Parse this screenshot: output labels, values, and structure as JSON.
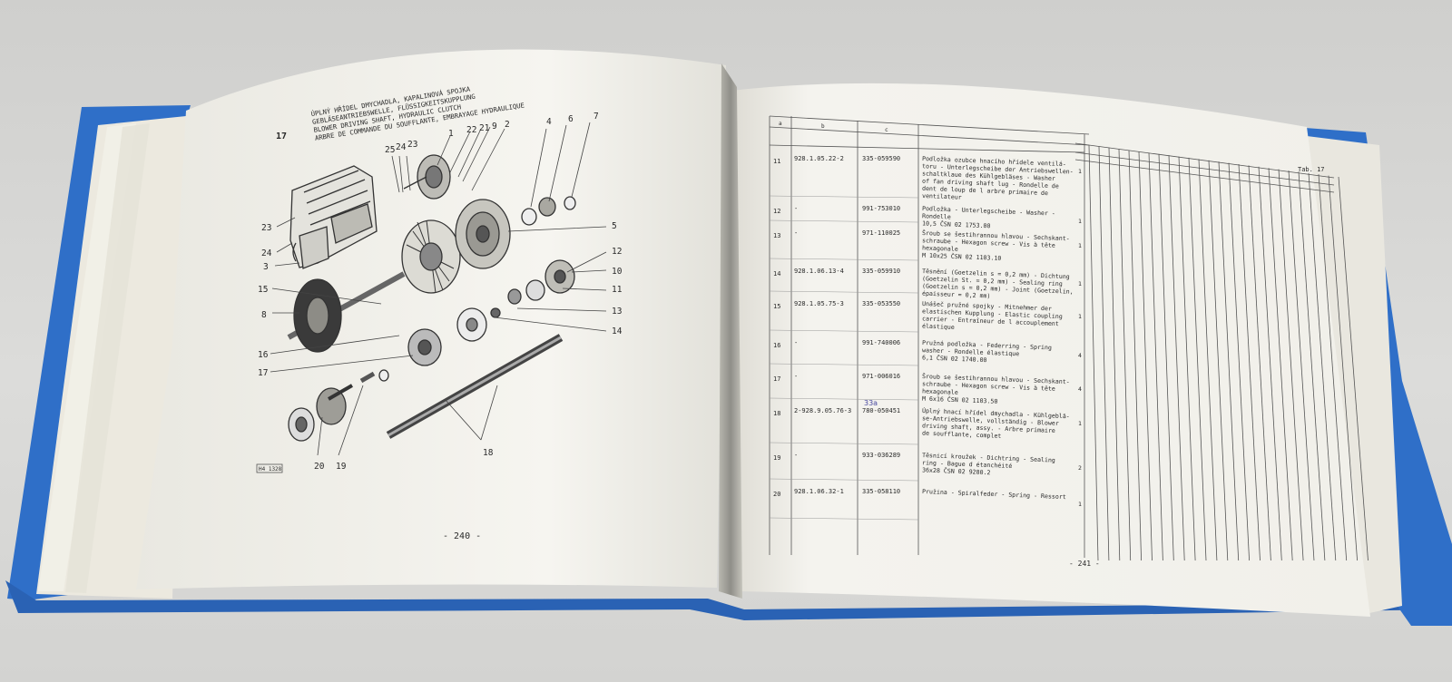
{
  "left_page": {
    "figure_number": "17",
    "heading_lines": [
      "ÚPLNÝ HŘÍDEL DMYCHADLA, KAPALINOVÁ SPOJKA",
      "GEBLÄSEANTRIEBSWELLE, FLÜSSIGKEITSKUPPLUNG",
      "BLOWER DRIVING SHAFT, HYDRAULIC CLUTCH",
      "ARBRE DE COMMANDE DU SOUFFLANTE, EMBRAYAGE HYDRAULIQUE"
    ],
    "callouts": [
      "25",
      "24",
      "23",
      "1",
      "22",
      "21",
      "9",
      "2",
      "4",
      "6",
      "7",
      "5",
      "23",
      "24",
      "3",
      "12",
      "10",
      "11",
      "13",
      "14",
      "15",
      "8",
      "16",
      "17",
      "20",
      "19",
      "18"
    ],
    "stamp": "H4 1328",
    "page_number": "- 240 -"
  },
  "right_page": {
    "column_marks": [
      "a",
      "b",
      "c"
    ],
    "table_ref": "Tab. 17",
    "rows": [
      {
        "pos": "11",
        "code": "928.1.05.22-2",
        "part": "335-059590",
        "qty": "1",
        "desc": [
          "Podložka ozubce hnacího hřídele ventilá-",
          "toru - Unterlegscheibe der Antriebswellen-",
          "schaltklaue des Kühlgebläses - Washer",
          "of fan driving shaft lug - Rondelle de",
          "dent de loup de l arbre primaire de",
          "ventilateur"
        ]
      },
      {
        "pos": "12",
        "code": "-",
        "part": "991-753010",
        "qty": "1",
        "desc": [
          "Podložka - Unterlegscheibe - Washer -",
          "Rondelle",
          "10,5 ČSN 02 1753.00"
        ]
      },
      {
        "pos": "13",
        "code": "-",
        "part": "971-110025",
        "qty": "1",
        "desc": [
          "Šroub se šestihrannou hlavou - Sechskant-",
          "schraube - Hexagon screw - Vis à tête",
          "hexagonale",
          "M 10x25 ČSN 02 1103.10"
        ]
      },
      {
        "pos": "14",
        "code": "928.1.06.13-4",
        "part": "335-059910",
        "qty": "1",
        "desc": [
          "Těsnění (Goetzelin s = 0,2 mm) - Dichtung",
          "(Goetzelin St. = 0,2 mm) - Sealing ring",
          "(Goetzelin s = 0,2 mm) - Joint (Goetzelin,",
          "épaisseur = 0,2 mm)"
        ]
      },
      {
        "pos": "15",
        "code": "928.1.05.75-3",
        "part": "335-053550",
        "qty": "1",
        "desc": [
          "Unášeč pružné spojky - Mitnehmer der",
          "elastischen Kupplung - Elastic coupling",
          "carrier - Entraîneur de l accouplement",
          "élastique"
        ]
      },
      {
        "pos": "16",
        "code": "-",
        "part": "991-740006",
        "qty": "4",
        "desc": [
          "Pružná podložka - Federring - Spring",
          "washer - Rondelle élastique",
          "6,1 ČSN 02 1740.00"
        ]
      },
      {
        "pos": "17",
        "code": "-",
        "part": "971-006016",
        "qty": "4",
        "desc": [
          "Šroub se šestihrannou hlavou - Sechskant-",
          "schraube - Hexagon screw - Vis à tête",
          "hexagonale",
          "M 6x16 ČSN 02 1103.50"
        ]
      },
      {
        "pos": "18",
        "code": "2-928.9.05.76-3",
        "part": "780-050451",
        "part_note": "33a",
        "qty": "1",
        "desc": [
          "Úplný hnací hřídel dmychadla - Kühlgeblä-",
          "se-Antriebswelle, vollständig - Blower",
          "driving shaft, assy. - Arbre primaire",
          "de soufflante, complet"
        ]
      },
      {
        "pos": "19",
        "code": "-",
        "part": "933-036289",
        "qty": "2",
        "desc": [
          "Těsnicí kroužek - Dichtring - Sealing",
          "ring - Bague d étanchéité",
          "36x28 ČSN 02 9280.2"
        ]
      },
      {
        "pos": "20",
        "code": "928.1.06.32-1",
        "part": "335-058110",
        "qty": "1",
        "desc": [
          "Pružina - Spiralfeder - Spring - Ressort"
        ]
      }
    ],
    "page_number": "- 241 -"
  },
  "colors": {
    "binder_blue": "#2f6fc8",
    "paper": "#f3f2ed",
    "ink": "#2a2a2a",
    "background": "#d6d6d4"
  }
}
